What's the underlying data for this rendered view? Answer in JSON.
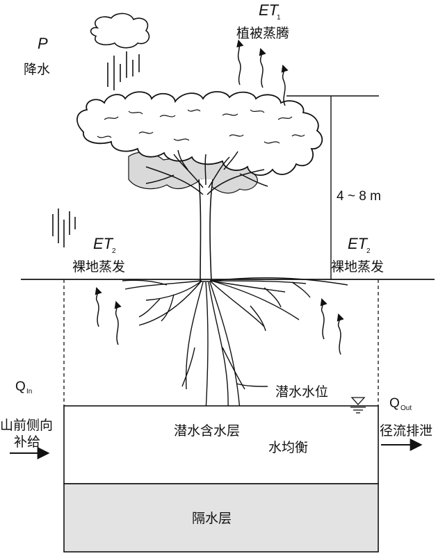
{
  "precip": {
    "symbol": "P",
    "label": "降水"
  },
  "et1": {
    "symbol": "ET",
    "sub": "1",
    "label": "植被蒸腾"
  },
  "et2_left": {
    "symbol": "ET",
    "sub": "2",
    "label": "裸地蒸发"
  },
  "et2_right": {
    "symbol": "ET",
    "sub": "2",
    "label": "裸地蒸发"
  },
  "height": {
    "label": "4 ~ 8 m"
  },
  "water_table": {
    "label": "潜水水位"
  },
  "q_in": {
    "symbol": "Q",
    "sub": "In",
    "label_line1": "山前侧向",
    "label_line2": "补给"
  },
  "q_out": {
    "symbol": "Q",
    "sub": "Out",
    "label": "径流排泄"
  },
  "aquifer": {
    "label": "潜水含水层",
    "balance": "水均衡"
  },
  "aquitard": {
    "label": "隔水层"
  },
  "colors": {
    "aquitard_fill": "#e3e3e3",
    "canopy_shadow": "#d9d9d9",
    "line": "#111111"
  }
}
